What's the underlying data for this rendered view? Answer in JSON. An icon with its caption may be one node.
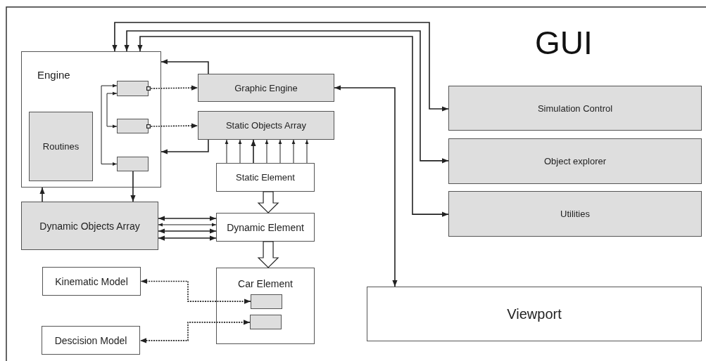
{
  "diagram": {
    "title": "GUI",
    "nodes": [
      {
        "text": [
          "Engine"
        ]
      },
      {
        "text": [
          "Routines"
        ],
        "in": 0
      },
      {
        "text": [],
        "shape": "box",
        "in": 0
      },
      {
        "text": [],
        "shape": "box",
        "in": 0
      },
      {
        "text": [],
        "shape": "box",
        "in": 0
      },
      {
        "text": [
          "Graphic Engine"
        ]
      },
      {
        "text": [
          "Static Objects Array"
        ]
      },
      {
        "text": [
          "Static Element"
        ]
      },
      {
        "text": [
          "Dynamic Objects Array"
        ]
      },
      {
        "text": [
          "Dynamic Element"
        ]
      },
      {
        "text": [
          "Car Element"
        ]
      },
      {
        "text": [],
        "shape": "box",
        "in": 10
      },
      {
        "text": [],
        "shape": "box",
        "in": 10
      },
      {
        "text": [
          "Kinematic Model"
        ]
      },
      {
        "text": [
          "Descision Model"
        ]
      },
      {
        "text": [
          "Simulation Control"
        ]
      },
      {
        "text": [
          "Object explorer"
        ]
      },
      {
        "text": [
          "Utilities"
        ]
      },
      {
        "text": [
          "Viewport"
        ]
      }
    ],
    "edges": [
      {
        "from": 15,
        "to": 0,
        "arrow": "both"
      },
      {
        "from": 16,
        "to": 0,
        "arrow": "both"
      },
      {
        "from": 17,
        "to": 0,
        "arrow": "both"
      },
      {
        "from": 5,
        "to": 0,
        "arrow": "to"
      },
      {
        "from": 6,
        "to": 0,
        "arrow": "to"
      },
      {
        "from": 4,
        "to": 2,
        "arrow": "both"
      },
      {
        "from": 3,
        "to": 2,
        "arrow": "both"
      },
      {
        "from": 2,
        "to": 5,
        "arrow": "to",
        "style": "dashed"
      },
      {
        "from": 3,
        "to": 6,
        "arrow": "to",
        "style": "dashed"
      },
      {
        "from": 4,
        "to": 8,
        "arrow": "to"
      },
      {
        "from": 8,
        "to": 0,
        "arrow": "to"
      },
      {
        "from": 7,
        "to": 6,
        "arrow": "to"
      },
      {
        "from": 7,
        "to": 6,
        "arrow": "to"
      },
      {
        "from": 7,
        "to": 6,
        "arrow": "to"
      },
      {
        "from": 7,
        "to": 6,
        "arrow": "to"
      },
      {
        "from": 7,
        "to": 6,
        "arrow": "to"
      },
      {
        "from": 7,
        "to": 6,
        "arrow": "to"
      },
      {
        "from": 7,
        "to": 6,
        "arrow": "to"
      },
      {
        "from": 7,
        "to": 9,
        "arrow": "to",
        "style": "thick"
      },
      {
        "from": 9,
        "to": 10,
        "arrow": "to",
        "style": "thick"
      },
      {
        "from": 8,
        "to": 9,
        "arrow": "both"
      },
      {
        "from": 8,
        "to": 9,
        "arrow": "both"
      },
      {
        "from": 8,
        "to": 9,
        "arrow": "both"
      },
      {
        "from": 8,
        "to": 9,
        "arrow": "both"
      },
      {
        "from": 11,
        "to": 13,
        "arrow": "both",
        "style": "dashed"
      },
      {
        "from": 12,
        "to": 14,
        "arrow": "both",
        "style": "dashed"
      },
      {
        "from": 5,
        "to": 18,
        "arrow": "both"
      }
    ]
  }
}
